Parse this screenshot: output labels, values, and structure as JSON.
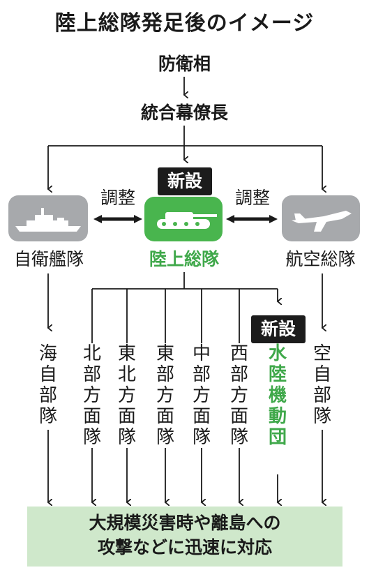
{
  "title": "陸上総隊発足後のイメージ",
  "top": {
    "minister": "防衛相",
    "chief": "統合幕僚長"
  },
  "coordination": {
    "left": "調整",
    "right": "調整"
  },
  "new_badge": "新設",
  "branches": {
    "navy": "自衛艦隊",
    "ground": "陸上総隊",
    "air": "航空総隊"
  },
  "units": {
    "navy_units": "海自部隊",
    "northern": "北部方面隊",
    "northeastern": "東北方面隊",
    "eastern": "東部方面隊",
    "central": "中部方面隊",
    "western": "西部方面隊",
    "amphibious": "水陸機動団",
    "air_units": "空自部隊"
  },
  "bottom": {
    "line1": "大規模災害時や離島への",
    "line2": "攻撃などに迅速に対応"
  },
  "colors": {
    "accent_green": "#3fa84a",
    "box_gray": "#a7a9ac",
    "bottom_bg": "#cfe8cb",
    "badge_black": "#1c1c1c"
  },
  "icons": [
    "warship-icon",
    "tank-icon",
    "fighter-jet-icon"
  ]
}
